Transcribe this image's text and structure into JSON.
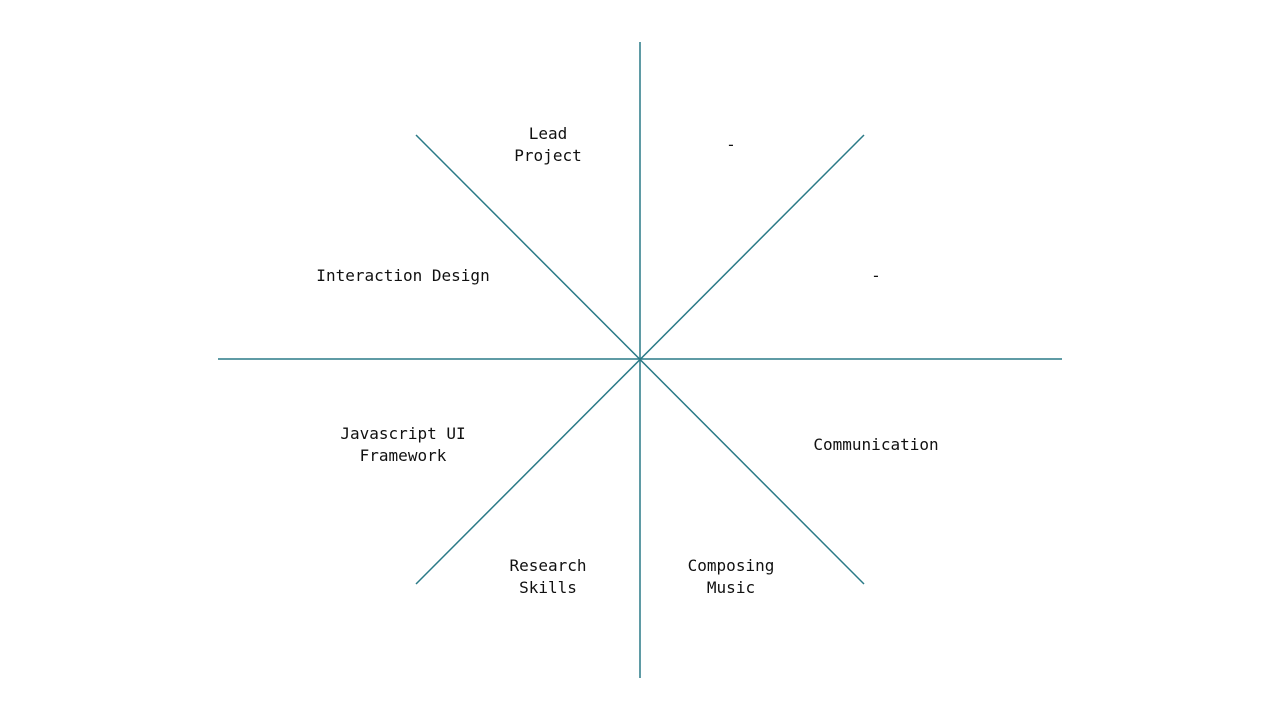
{
  "diagram": {
    "line_color": "#2a7a87",
    "text_color": "#111111",
    "segments": [
      {
        "lines": [
          "Lead",
          "Project"
        ]
      },
      {
        "lines": [
          "-"
        ]
      },
      {
        "lines": [
          "-"
        ]
      },
      {
        "lines": [
          "Communication"
        ]
      },
      {
        "lines": [
          "Composing",
          "Music"
        ]
      },
      {
        "lines": [
          "Research",
          "Skills"
        ]
      },
      {
        "lines": [
          "Javascript UI",
          "Framework"
        ]
      },
      {
        "lines": [
          "Interaction Design"
        ]
      }
    ]
  }
}
